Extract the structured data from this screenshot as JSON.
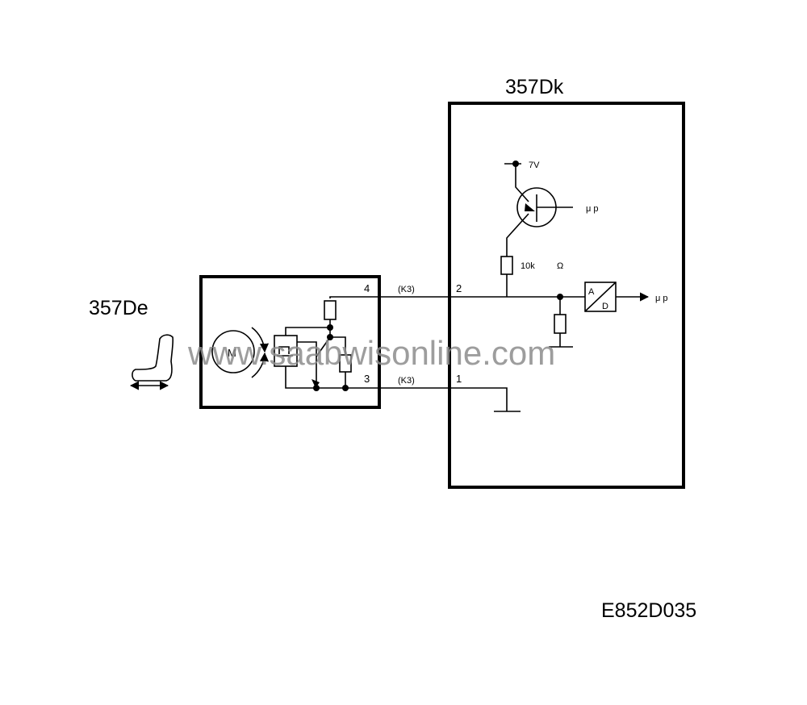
{
  "components": {
    "seat_module": {
      "label": "357De",
      "motor_label": "M"
    },
    "control_module": {
      "label": "357Dk"
    }
  },
  "pins": {
    "seat_pin4": "4",
    "seat_pin3": "3",
    "module_pin2": "2",
    "module_pin1": "1"
  },
  "connectors": {
    "top_wire": "(K3)",
    "bottom_wire": "(K3)"
  },
  "circuit": {
    "supply_voltage": "7V",
    "resistor_value": "10k",
    "resistor_unit": "Ω",
    "adc_top": "A",
    "adc_bottom": "D",
    "transistor_output": "μ p",
    "adc_output": "μ p"
  },
  "watermark": "www.saabwisonline.com",
  "figure_code": "E852D035"
}
